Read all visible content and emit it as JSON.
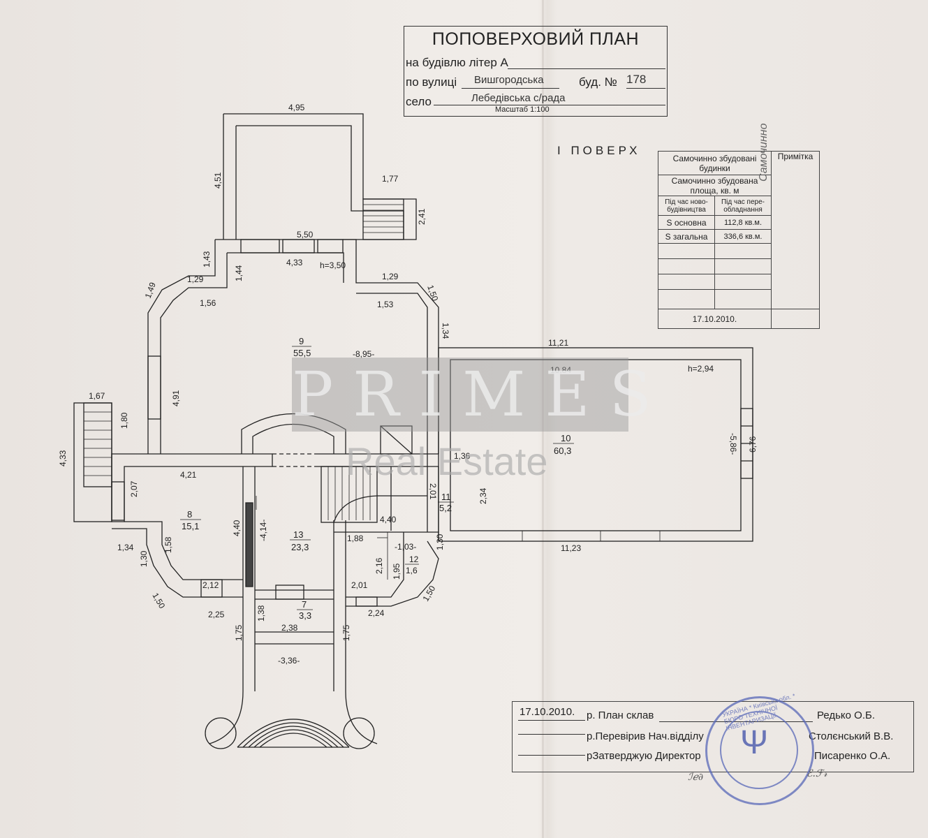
{
  "title": {
    "heading": "ПОПОВЕРХОВИЙ ПЛАН",
    "building_label": "на будівлю літер А",
    "street_label": "по вулиці",
    "street_value": "Вишгородська",
    "house_label": "буд. №",
    "house_value": "178",
    "village_label": "село",
    "village_value": "Лебедівська с/рада",
    "scale": "Масштаб 1:100"
  },
  "floor_label": "І ПОВЕРХ",
  "area_table": {
    "header1": "Самочинно збудовані будинки",
    "header_note": "Примітка",
    "header2": "Самочинно збудована площа, кв. м",
    "col1": "Під час ново-будівництва",
    "col2": "Під час пере-обладнання",
    "row1_label": "S основна",
    "row1_value": "112,8 кв.м.",
    "row2_label": "S загальна",
    "row2_value": "336,6 кв.м.",
    "date": "17.10.2010."
  },
  "rooms": [
    {
      "number": "9",
      "area": "55,5"
    },
    {
      "number": "10",
      "area": "60,3"
    },
    {
      "number": "8",
      "area": "15,1"
    },
    {
      "number": "13",
      "area": "23,3"
    },
    {
      "number": "11",
      "area": "5,2"
    },
    {
      "number": "12",
      "area": "1,6"
    },
    {
      "number": "7",
      "area": "3,3"
    }
  ],
  "dimensions": {
    "d495": "4,95",
    "d451": "4,51",
    "d177": "1,77",
    "d241": "2,41",
    "d550": "5,50",
    "d433a": "4,33",
    "h350": "h=3,50",
    "d143": "1,43",
    "d129a": "1,29",
    "d144": "1,44",
    "d129b": "1,29",
    "d149": "1,49",
    "d156": "1,56",
    "d153": "1,53",
    "d150a": "1,50",
    "d134": "1,34",
    "d1121": "11,21",
    "d895": "-8,95-",
    "d1084": "10,84",
    "h294": "h=2,94",
    "d491": "4,91",
    "d167": "1,67",
    "d180": "1,80",
    "d433b": "4,33",
    "d586": "-5,86-",
    "d676": "6,76",
    "d421": "4,21",
    "d136": "1,36",
    "d207": "2,07",
    "d201": "2,01",
    "d234": "2,34",
    "d440a": "4,40",
    "d414": "-4,14-",
    "d440b": "4,40",
    "d188": "1,88",
    "d103": "-1,03-",
    "d1123": "11,23",
    "d134b": "1,34",
    "d158": "1,58",
    "d130a": "1,30",
    "d216": "2,16",
    "d195": "1,95",
    "d130b": "1,30",
    "d212": "2,12",
    "d201b": "2,01",
    "d150b": "1,50",
    "d150c": "1,50",
    "d225": "2,25",
    "d138": "1,38",
    "d224": "2,24",
    "d175a": "1,75",
    "d238": "2,38",
    "d175b": "1,75",
    "d336": "-3,36-"
  },
  "signatures": {
    "date": "17.10.2010.",
    "row1_role": "р. План склав",
    "row1_name": "Редько О.Б.",
    "row2_role": "р.Перевірив Нач.відділу",
    "row2_name": "Столєнський В.В.",
    "row3_role": "рЗатверджую  Директор",
    "row3_name": "Писаренко О.А."
  },
  "stamp_text": "УКРАЇНА * Київська обл. * БЮРО ТЕХНІЧНОЇ ІНВЕНТАРИЗАЦІЇ",
  "watermark": {
    "main": "PRIMES",
    "sub": "Real Estate"
  },
  "handwritten_note": "Самочинно"
}
